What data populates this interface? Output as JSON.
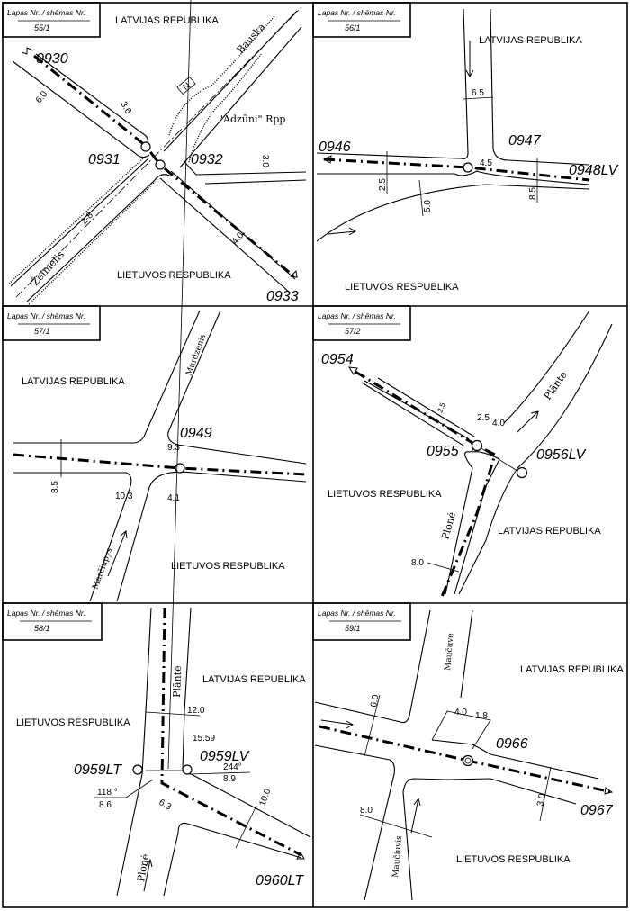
{
  "header_label": "Lapas Nr. / shēmas Nr.",
  "panels": [
    {
      "sheet": "55/1",
      "country_top": "LATVIJAS REPUBLIKA",
      "country_bottom": "LIETUVOS RESPUBLIKA",
      "points": [
        "0930",
        "0931",
        "0932",
        "0933"
      ],
      "dims": [
        "6.0",
        "3.6",
        "3.0",
        "4.0",
        "2-8"
      ],
      "roads": [
        "Bauska",
        "Žeimelis"
      ],
      "place": "\"Adzūni\" Rpp",
      "sign": "N"
    },
    {
      "sheet": "56/1",
      "country_top": "LATVIJAS REPUBLIKA",
      "country_bottom": "LIETUVOS RESPUBLIKA",
      "points": [
        "0946",
        "0947",
        "0948LV"
      ],
      "dims": [
        "6.5",
        "4.5",
        "2.5",
        "8.5",
        "5.0"
      ]
    },
    {
      "sheet": "57/1",
      "country_top": "LATVIJAS REPUBLIKA",
      "country_bottom": "LIETUVOS RESPUBLIKA",
      "points": [
        "0949"
      ],
      "dims": [
        "9.3",
        "10.3",
        "4.1",
        "8.5"
      ],
      "roads": [
        "Murdzenis",
        "Marčiupys"
      ]
    },
    {
      "sheet": "57/2",
      "country_top": "LIETUVOS RESPUBLIKA",
      "country_bottom": "LATVIJAS REPUBLIKA",
      "points": [
        "0954",
        "0955",
        "0956LV"
      ],
      "dims": [
        "2.5",
        "2.5",
        "4.0",
        "8.0"
      ],
      "roads": [
        "Plānte",
        "Plonė"
      ]
    },
    {
      "sheet": "58/1",
      "country_top": "LATVIJAS REPUBLIKA",
      "country_bottom": "LIETUVOS RESPUBLIKA",
      "points": [
        "0959LT",
        "0959LV",
        "0960LT"
      ],
      "dims": [
        "12.0",
        "15.59",
        "244°",
        "8.9",
        "118 °",
        "8.6",
        "6.3",
        "10.0"
      ],
      "roads": [
        "Plānte",
        "Plonė"
      ]
    },
    {
      "sheet": "59/1",
      "country_top": "LATVIJAS REPUBLIKA",
      "country_bottom": "LIETUVOS RESPUBLIKA",
      "points": [
        "0966",
        "0967"
      ],
      "dims": [
        "6.0",
        "4.0",
        "1.8",
        "8.0",
        "3.0"
      ],
      "roads": [
        "Maučuve",
        "Maučiuvis"
      ]
    }
  ]
}
